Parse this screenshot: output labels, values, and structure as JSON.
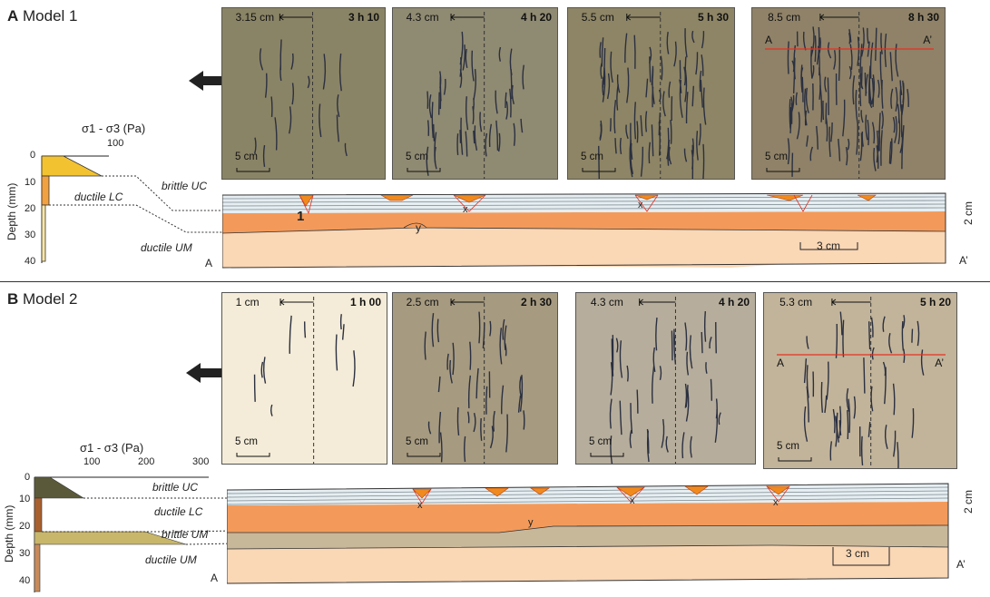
{
  "panel_a": {
    "letter": "A",
    "title": "Model 1",
    "stress_label": "σ1 - σ3 (Pa)",
    "stress_tick": "100",
    "depth_label": "Depth (mm)",
    "depth_ticks": [
      "0",
      "10",
      "20",
      "30",
      "40"
    ],
    "layers": [
      "brittle UC",
      "ductile LC",
      "ductile UM"
    ],
    "section_marks": [
      "1",
      "x",
      "x",
      "y"
    ],
    "section_ends": [
      "A",
      "A’"
    ],
    "vertical_scale": "2 cm",
    "horizontal_scale": "3 cm",
    "photos": [
      {
        "width_label": "3.15 cm",
        "time": "3 h 10",
        "scale": "5 cm"
      },
      {
        "width_label": "4.3 cm",
        "time": "4 h 20",
        "scale": "5 cm"
      },
      {
        "width_label": "5.5 cm",
        "time": "5 h 30",
        "scale": "5 cm"
      },
      {
        "width_label": "8.5 cm",
        "time": "8 h 30",
        "scale": "5 cm",
        "line_ends": [
          "A",
          "A’"
        ]
      }
    ]
  },
  "panel_b": {
    "letter": "B",
    "title": "Model 2",
    "stress_label": "σ1 - σ3 (Pa)",
    "stress_ticks": [
      "100",
      "200",
      "300"
    ],
    "depth_label": "Depth (mm)",
    "depth_ticks": [
      "0",
      "10",
      "20",
      "30",
      "40"
    ],
    "layers": [
      "brittle UC",
      "ductile LC",
      "brittle UM",
      "ductile UM"
    ],
    "section_marks": [
      "x",
      "x",
      "x",
      "y"
    ],
    "section_ends": [
      "A",
      "A’"
    ],
    "vertical_scale": "2 cm",
    "horizontal_scale": "3 cm",
    "photos": [
      {
        "width_label": "1 cm",
        "time": "1 h 00",
        "scale": "5 cm"
      },
      {
        "width_label": "2.5 cm",
        "time": "2 h 30",
        "scale": "5 cm"
      },
      {
        "width_label": "4.3 cm",
        "time": "4 h 20",
        "scale": "5 cm"
      },
      {
        "width_label": "5.3 cm",
        "time": "5 h 20",
        "scale": "5 cm",
        "line_ends": [
          "A",
          "A’"
        ]
      }
    ]
  },
  "colors": {
    "brittle_uc": "#f2c230",
    "ductile_lc": "#f2a140",
    "ductile_um": "#f9e7a6",
    "section_lc": "#f39a5a",
    "section_um": "#fad7b5",
    "section_uc": "#e6eef2",
    "graben_fill": "#f08a1e",
    "red_line": "#e53020",
    "arrow": "#222222",
    "b_uc": "#5a5a3a",
    "b_bum": "#c8b66a",
    "b_lc": "#a8602f",
    "b_um": "#c98a5a"
  }
}
